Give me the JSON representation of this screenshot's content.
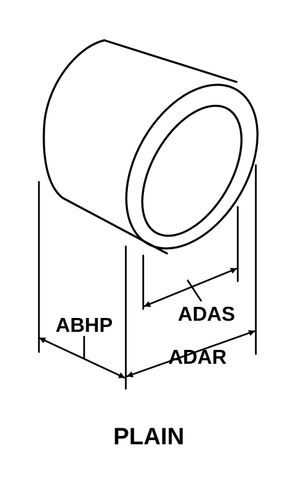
{
  "diagram": {
    "labels": {
      "abhp": "ABHP",
      "adas": "ADAS",
      "adar": "ADAR"
    },
    "caption": "PLAIN"
  },
  "colors": {
    "ink": "#000000",
    "background": "#ffffff"
  }
}
